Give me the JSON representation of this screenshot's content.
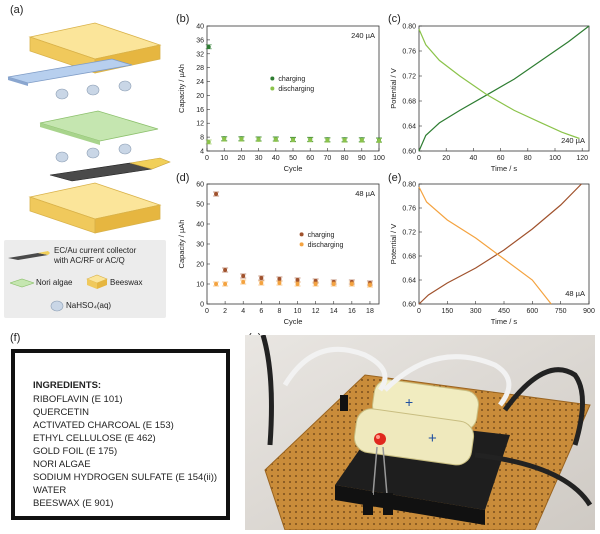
{
  "panels": {
    "a": "(a)",
    "b": "(b)",
    "c": "(c)",
    "d": "(d)",
    "e": "(e)",
    "f": "(f)",
    "g": "(g)"
  },
  "legend": {
    "collector_line1": "EC/Au current collector",
    "collector_line2": "with AC/RF or AC/Q",
    "nori": "Nori algae",
    "beeswax": "Beeswax",
    "electrolyte": "NaHSO₄(aq)"
  },
  "ingredients": {
    "title": "INGREDIENTS:",
    "items": [
      "RIBOFLAVIN (E 101)",
      "QUERCETIN",
      "ACTIVATED CHARCOAL (E 153)",
      "ETHYL CELLULOSE (E 462)",
      "GOLD FOIL (E 175)",
      "NORI ALGAE",
      "SODIUM HYDROGEN SULFATE (E 154(ii))",
      "WATER",
      "BEESWAX (E 901)"
    ]
  },
  "colors": {
    "green_dark": "#2e7d32",
    "green_light": "#8bc34a",
    "orange_dark": "#a0522d",
    "orange_light": "#f4a340",
    "beeswax": "#f6d77a",
    "nori": "#b8e0a0",
    "collector_blue": "#a9c4e6"
  },
  "chart_data": [
    {
      "id": "b",
      "type": "scatter",
      "annotation": "240 µA",
      "xlabel": "Cycle",
      "ylabel": "Capacity / µAh",
      "xlim": [
        0,
        100
      ],
      "ylim": [
        4,
        40
      ],
      "xticks": [
        0,
        10,
        20,
        30,
        40,
        50,
        60,
        70,
        80,
        90,
        100
      ],
      "yticks": [
        4,
        8,
        12,
        16,
        20,
        24,
        28,
        32,
        36,
        40
      ],
      "legend_position": "center",
      "series": [
        {
          "name": "charging",
          "x": [
            1,
            10,
            20,
            30,
            40,
            50,
            60,
            70,
            80,
            90,
            100
          ],
          "y": [
            34,
            7.6,
            7.6,
            7.5,
            7.5,
            7.4,
            7.4,
            7.3,
            7.3,
            7.3,
            7.2
          ]
        },
        {
          "name": "discharging",
          "x": [
            1,
            10,
            20,
            30,
            40,
            50,
            60,
            70,
            80,
            90,
            100
          ],
          "y": [
            6.6,
            7.4,
            7.4,
            7.3,
            7.3,
            7.2,
            7.2,
            7.1,
            7.1,
            7.1,
            7.0
          ]
        }
      ]
    },
    {
      "id": "c",
      "type": "line",
      "annotation": "240 µA",
      "xlabel": "Time / s",
      "ylabel": "Potential / V",
      "xlim": [
        0,
        125
      ],
      "ylim": [
        0.6,
        0.8
      ],
      "xticks": [
        0,
        20,
        40,
        60,
        80,
        100,
        120
      ],
      "yticks": [
        0.6,
        0.64,
        0.68,
        0.72,
        0.76,
        0.8
      ],
      "series": [
        {
          "name": "charging",
          "x": [
            0,
            5,
            15,
            30,
            50,
            70,
            90,
            110,
            125
          ],
          "y": [
            0.6,
            0.625,
            0.645,
            0.665,
            0.69,
            0.715,
            0.745,
            0.775,
            0.8
          ]
        },
        {
          "name": "discharging",
          "x": [
            0,
            5,
            15,
            30,
            50,
            70,
            90,
            105,
            118
          ],
          "y": [
            0.795,
            0.77,
            0.745,
            0.72,
            0.69,
            0.665,
            0.645,
            0.63,
            0.62
          ]
        }
      ]
    },
    {
      "id": "d",
      "type": "scatter",
      "annotation": "48 µA",
      "xlabel": "Cycle",
      "ylabel": "Capacity / µAh",
      "xlim": [
        0,
        19
      ],
      "ylim": [
        0,
        60
      ],
      "xticks": [
        0,
        2,
        4,
        6,
        8,
        10,
        12,
        14,
        16,
        18
      ],
      "yticks": [
        0,
        10,
        20,
        30,
        40,
        50,
        60
      ],
      "legend_position": "center-right",
      "series": [
        {
          "name": "charging",
          "x": [
            1,
            2,
            4,
            6,
            8,
            10,
            12,
            14,
            16,
            18
          ],
          "y": [
            55,
            17,
            14,
            13,
            12.5,
            12,
            11.5,
            11,
            11,
            10.5
          ]
        },
        {
          "name": "discharging",
          "x": [
            1,
            2,
            4,
            6,
            8,
            10,
            12,
            14,
            16,
            18
          ],
          "y": [
            10,
            10,
            11,
            10.5,
            10.5,
            10,
            10,
            10,
            10,
            9.5
          ]
        }
      ]
    },
    {
      "id": "e",
      "type": "line",
      "annotation": "48 µA",
      "xlabel": "Time / s",
      "ylabel": "Potential / V",
      "xlim": [
        0,
        900
      ],
      "ylim": [
        0.6,
        0.8
      ],
      "xticks": [
        0,
        150,
        300,
        450,
        600,
        750,
        900
      ],
      "yticks": [
        0.6,
        0.64,
        0.68,
        0.72,
        0.76,
        0.8
      ],
      "series": [
        {
          "name": "charging",
          "x": [
            0,
            50,
            150,
            300,
            450,
            600,
            750,
            860
          ],
          "y": [
            0.6,
            0.615,
            0.635,
            0.66,
            0.69,
            0.725,
            0.765,
            0.8
          ]
        },
        {
          "name": "discharging",
          "x": [
            0,
            40,
            150,
            300,
            450,
            600,
            700
          ],
          "y": [
            0.795,
            0.77,
            0.74,
            0.71,
            0.675,
            0.64,
            0.6
          ]
        }
      ]
    }
  ]
}
